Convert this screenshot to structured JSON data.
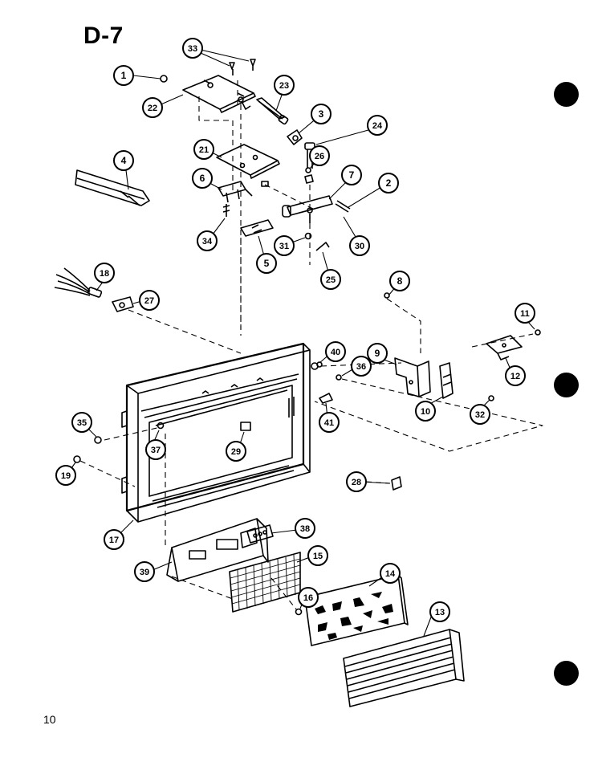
{
  "page": {
    "title": "D-7",
    "page_number": "10"
  },
  "callouts": [
    "1",
    "33",
    "23",
    "22",
    "3",
    "24",
    "21",
    "26",
    "4",
    "6",
    "7",
    "2",
    "34",
    "31",
    "30",
    "5",
    "25",
    "18",
    "27",
    "8",
    "11",
    "40",
    "9",
    "36",
    "12",
    "10",
    "32",
    "41",
    "35",
    "37",
    "29",
    "19",
    "28",
    "17",
    "38",
    "39",
    "15",
    "14",
    "16",
    "13"
  ]
}
